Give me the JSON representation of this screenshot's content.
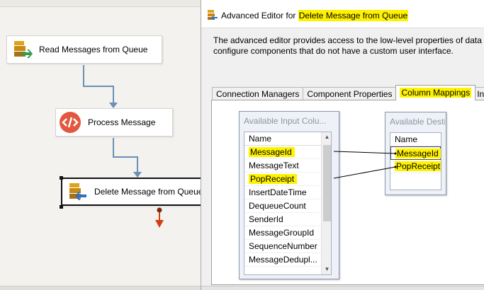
{
  "canvas": {
    "tasks": [
      {
        "label": "Read Messages from Queue",
        "icon": "azure-queue-source-icon"
      },
      {
        "label": "Process Message",
        "icon": "script-component-icon"
      },
      {
        "label": "Delete Message from Queue",
        "icon": "azure-queue-destination-icon"
      }
    ]
  },
  "editor": {
    "title_prefix": "Advanced Editor for",
    "title_highlight": "Delete Message from Queue",
    "description_line1": "The advanced editor provides access to the low-level properties of data fl",
    "description_line2": "configure components that do not have a custom user interface.",
    "tabs": [
      "Connection Managers",
      "Component Properties",
      "Column Mappings",
      "In"
    ],
    "active_tab": "Column Mappings",
    "input_columns": {
      "title": "Available Input Colu...",
      "header": "Name",
      "rows": [
        "MessageId",
        "MessageText",
        "PopReceipt",
        "InsertDateTime",
        "DequeueCount",
        "SenderId",
        "MessageGroupId",
        "SequenceNumber",
        "MessageDedupl..."
      ]
    },
    "destination_columns": {
      "title": "Available Desti...",
      "header": "Name",
      "rows": [
        "MessageId",
        "PopReceipt"
      ]
    },
    "mappings": [
      {
        "input": "MessageId",
        "destination": "MessageId"
      },
      {
        "input": "PopReceipt",
        "destination": "PopReceipt"
      }
    ],
    "highlight_color": "#fff200"
  }
}
